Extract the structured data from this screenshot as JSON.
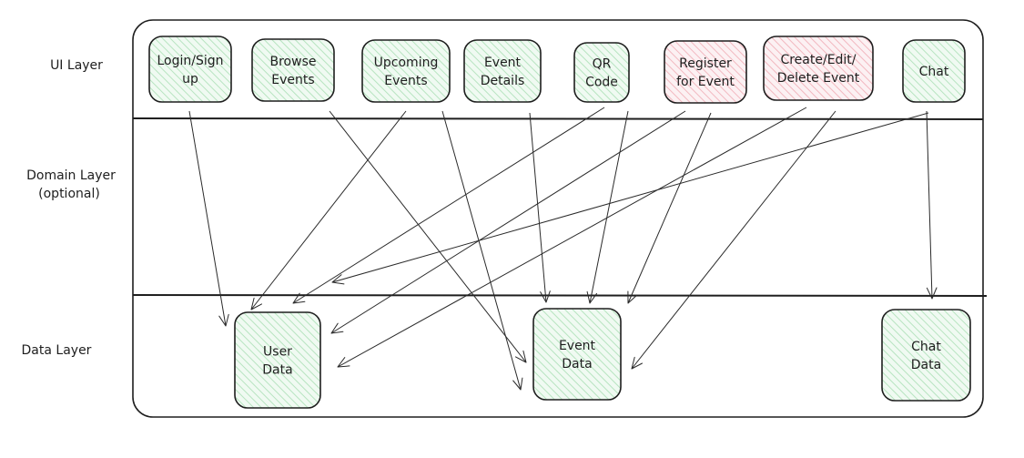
{
  "layers": {
    "ui": "UI Layer",
    "domain": [
      "Domain Layer",
      "(optional)"
    ],
    "data": "Data Layer"
  },
  "colors": {
    "green_hatch": "#b7e4c0",
    "green_fill": "#f0faf2",
    "red_hatch": "#f2b8c0",
    "red_fill": "#fcf1f3",
    "stroke": "#1e1e1e"
  },
  "ui_nodes": [
    {
      "id": "login",
      "lines": [
        "Login/Sign",
        "up"
      ],
      "tone": "green"
    },
    {
      "id": "browse",
      "lines": [
        "Browse",
        "Events"
      ],
      "tone": "green"
    },
    {
      "id": "upcoming",
      "lines": [
        "Upcoming",
        "Events"
      ],
      "tone": "green"
    },
    {
      "id": "details",
      "lines": [
        "Event",
        "Details"
      ],
      "tone": "green"
    },
    {
      "id": "qr",
      "lines": [
        "QR",
        "Code"
      ],
      "tone": "green"
    },
    {
      "id": "register",
      "lines": [
        "Register",
        "for Event"
      ],
      "tone": "red"
    },
    {
      "id": "create",
      "lines": [
        "Create/Edit/",
        "Delete Event"
      ],
      "tone": "red"
    },
    {
      "id": "chat",
      "lines": [
        "Chat"
      ],
      "tone": "green"
    }
  ],
  "data_nodes": [
    {
      "id": "user-data",
      "lines": [
        "User",
        "Data"
      ],
      "tone": "green"
    },
    {
      "id": "event-data",
      "lines": [
        "Event",
        "Data"
      ],
      "tone": "green"
    },
    {
      "id": "chat-data",
      "lines": [
        "Chat",
        "Data"
      ],
      "tone": "green"
    }
  ],
  "arrows": [
    {
      "from": "login",
      "to": "user-data"
    },
    {
      "from": "browse",
      "to": "event-data"
    },
    {
      "from": "upcoming",
      "to": "user-data"
    },
    {
      "from": "upcoming",
      "to": "event-data"
    },
    {
      "from": "details",
      "to": "event-data"
    },
    {
      "from": "qr",
      "to": "user-data"
    },
    {
      "from": "qr",
      "to": "event-data"
    },
    {
      "from": "register",
      "to": "user-data"
    },
    {
      "from": "register",
      "to": "event-data"
    },
    {
      "from": "create",
      "to": "user-data"
    },
    {
      "from": "create",
      "to": "event-data"
    },
    {
      "from": "chat",
      "to": "user-data"
    },
    {
      "from": "chat",
      "to": "chat-data"
    }
  ]
}
